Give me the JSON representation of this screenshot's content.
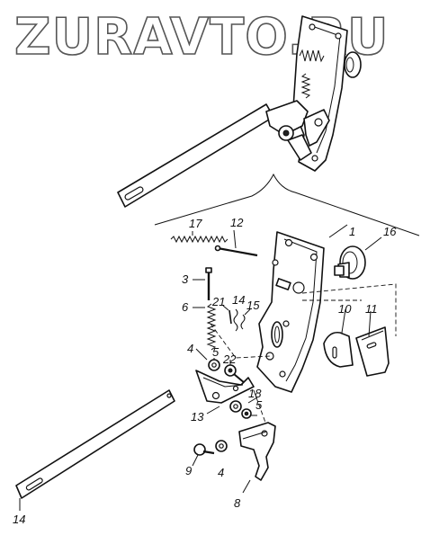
{
  "watermark": {
    "text": "ZURAVTO.RU"
  },
  "callouts": [
    {
      "id": "1",
      "text": "1"
    },
    {
      "id": "3",
      "text": "3"
    },
    {
      "id": "4a",
      "text": "4"
    },
    {
      "id": "4b",
      "text": "4"
    },
    {
      "id": "5a",
      "text": "5"
    },
    {
      "id": "5b",
      "text": "5"
    },
    {
      "id": "6",
      "text": "6"
    },
    {
      "id": "8",
      "text": "8"
    },
    {
      "id": "9",
      "text": "9"
    },
    {
      "id": "10",
      "text": "10"
    },
    {
      "id": "11",
      "text": "11"
    },
    {
      "id": "12",
      "text": "12"
    },
    {
      "id": "13",
      "text": "13"
    },
    {
      "id": "14a",
      "text": "14"
    },
    {
      "id": "14b",
      "text": "14"
    },
    {
      "id": "15",
      "text": "15"
    },
    {
      "id": "16",
      "text": "16"
    },
    {
      "id": "17",
      "text": "17"
    },
    {
      "id": "18",
      "text": "18"
    },
    {
      "id": "21",
      "text": "21"
    },
    {
      "id": "22",
      "text": "22"
    }
  ],
  "colors": {
    "ink": "#111111",
    "watermark_outline": "#555555",
    "background": "#ffffff"
  }
}
